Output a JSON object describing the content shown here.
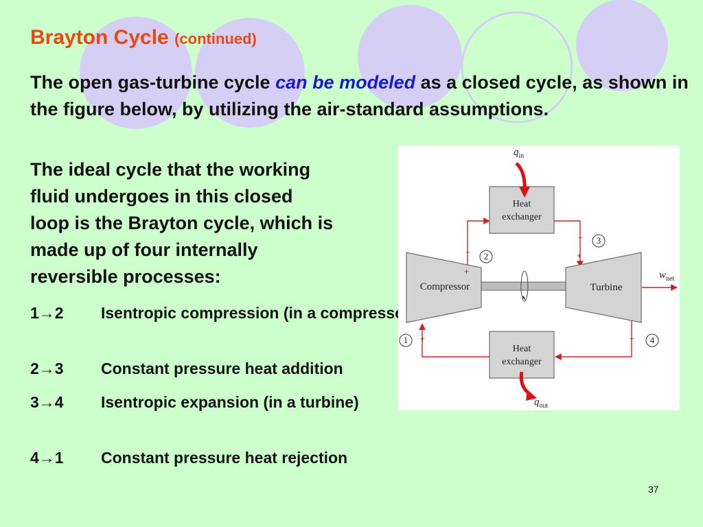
{
  "slide": {
    "title": "Brayton Cycle",
    "title_suffix": "(continued)",
    "para1_before": "The open gas-turbine cycle ",
    "para1_emphasis": "can be modeled",
    "para1_after": " as a closed cycle, as shown in the figure below, by utilizing the air-standard assumptions.",
    "para2_lines": [
      "The ideal cycle that the working",
      "fluid undergoes in this closed",
      "loop is the Brayton cycle, which is",
      "made up of four internally",
      "reversible processes:"
    ],
    "processes": [
      {
        "step": "1→2",
        "description": "Isentropic compression (in a compressor)"
      },
      {
        "step": "2→3",
        "description": "Constant pressure heat addition"
      },
      {
        "step": "3→4",
        "description": "Isentropic expansion (in a turbine)"
      },
      {
        "step": "4→1",
        "description": "Constant pressure heat rejection"
      }
    ],
    "page_number": "37"
  },
  "diagram": {
    "heat_exchanger_top": [
      "Heat",
      "exchanger"
    ],
    "heat_exchanger_bottom": [
      "Heat",
      "exchanger"
    ],
    "compressor": "Compressor",
    "turbine": "Turbine",
    "q_in": {
      "symbol": "q",
      "sub": "in"
    },
    "q_out": {
      "symbol": "q",
      "sub": "out"
    },
    "w_net": {
      "symbol": "w",
      "sub": "net"
    },
    "states": [
      "1",
      "2",
      "3",
      "4"
    ],
    "colors": {
      "flow_line": "#cc2222",
      "box_fill": "#d4d4d4",
      "heat_arrow": "#dd1111"
    }
  }
}
